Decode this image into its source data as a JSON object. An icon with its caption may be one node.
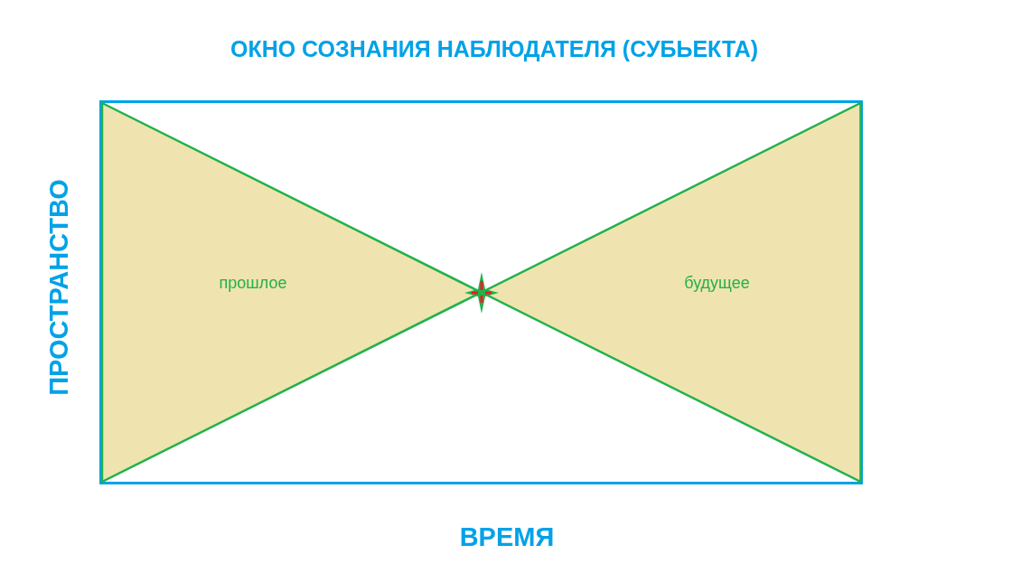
{
  "diagram": {
    "title": "ОКНО СОЗНАНИЯ НАБЛЮДАТЕЛЯ (СУБЬЕКТА)",
    "nodes": [
      {
        "text": [],
        "shape": "box"
      },
      {
        "text": [
          "прошлое"
        ],
        "in": 0
      },
      {
        "text": [
          "будущее"
        ],
        "in": 0
      },
      {
        "text": [],
        "shape": "star",
        "in": 0
      }
    ],
    "labels": [
      "ПРОСТРАНСТВО",
      "ВРЕМЯ"
    ]
  }
}
